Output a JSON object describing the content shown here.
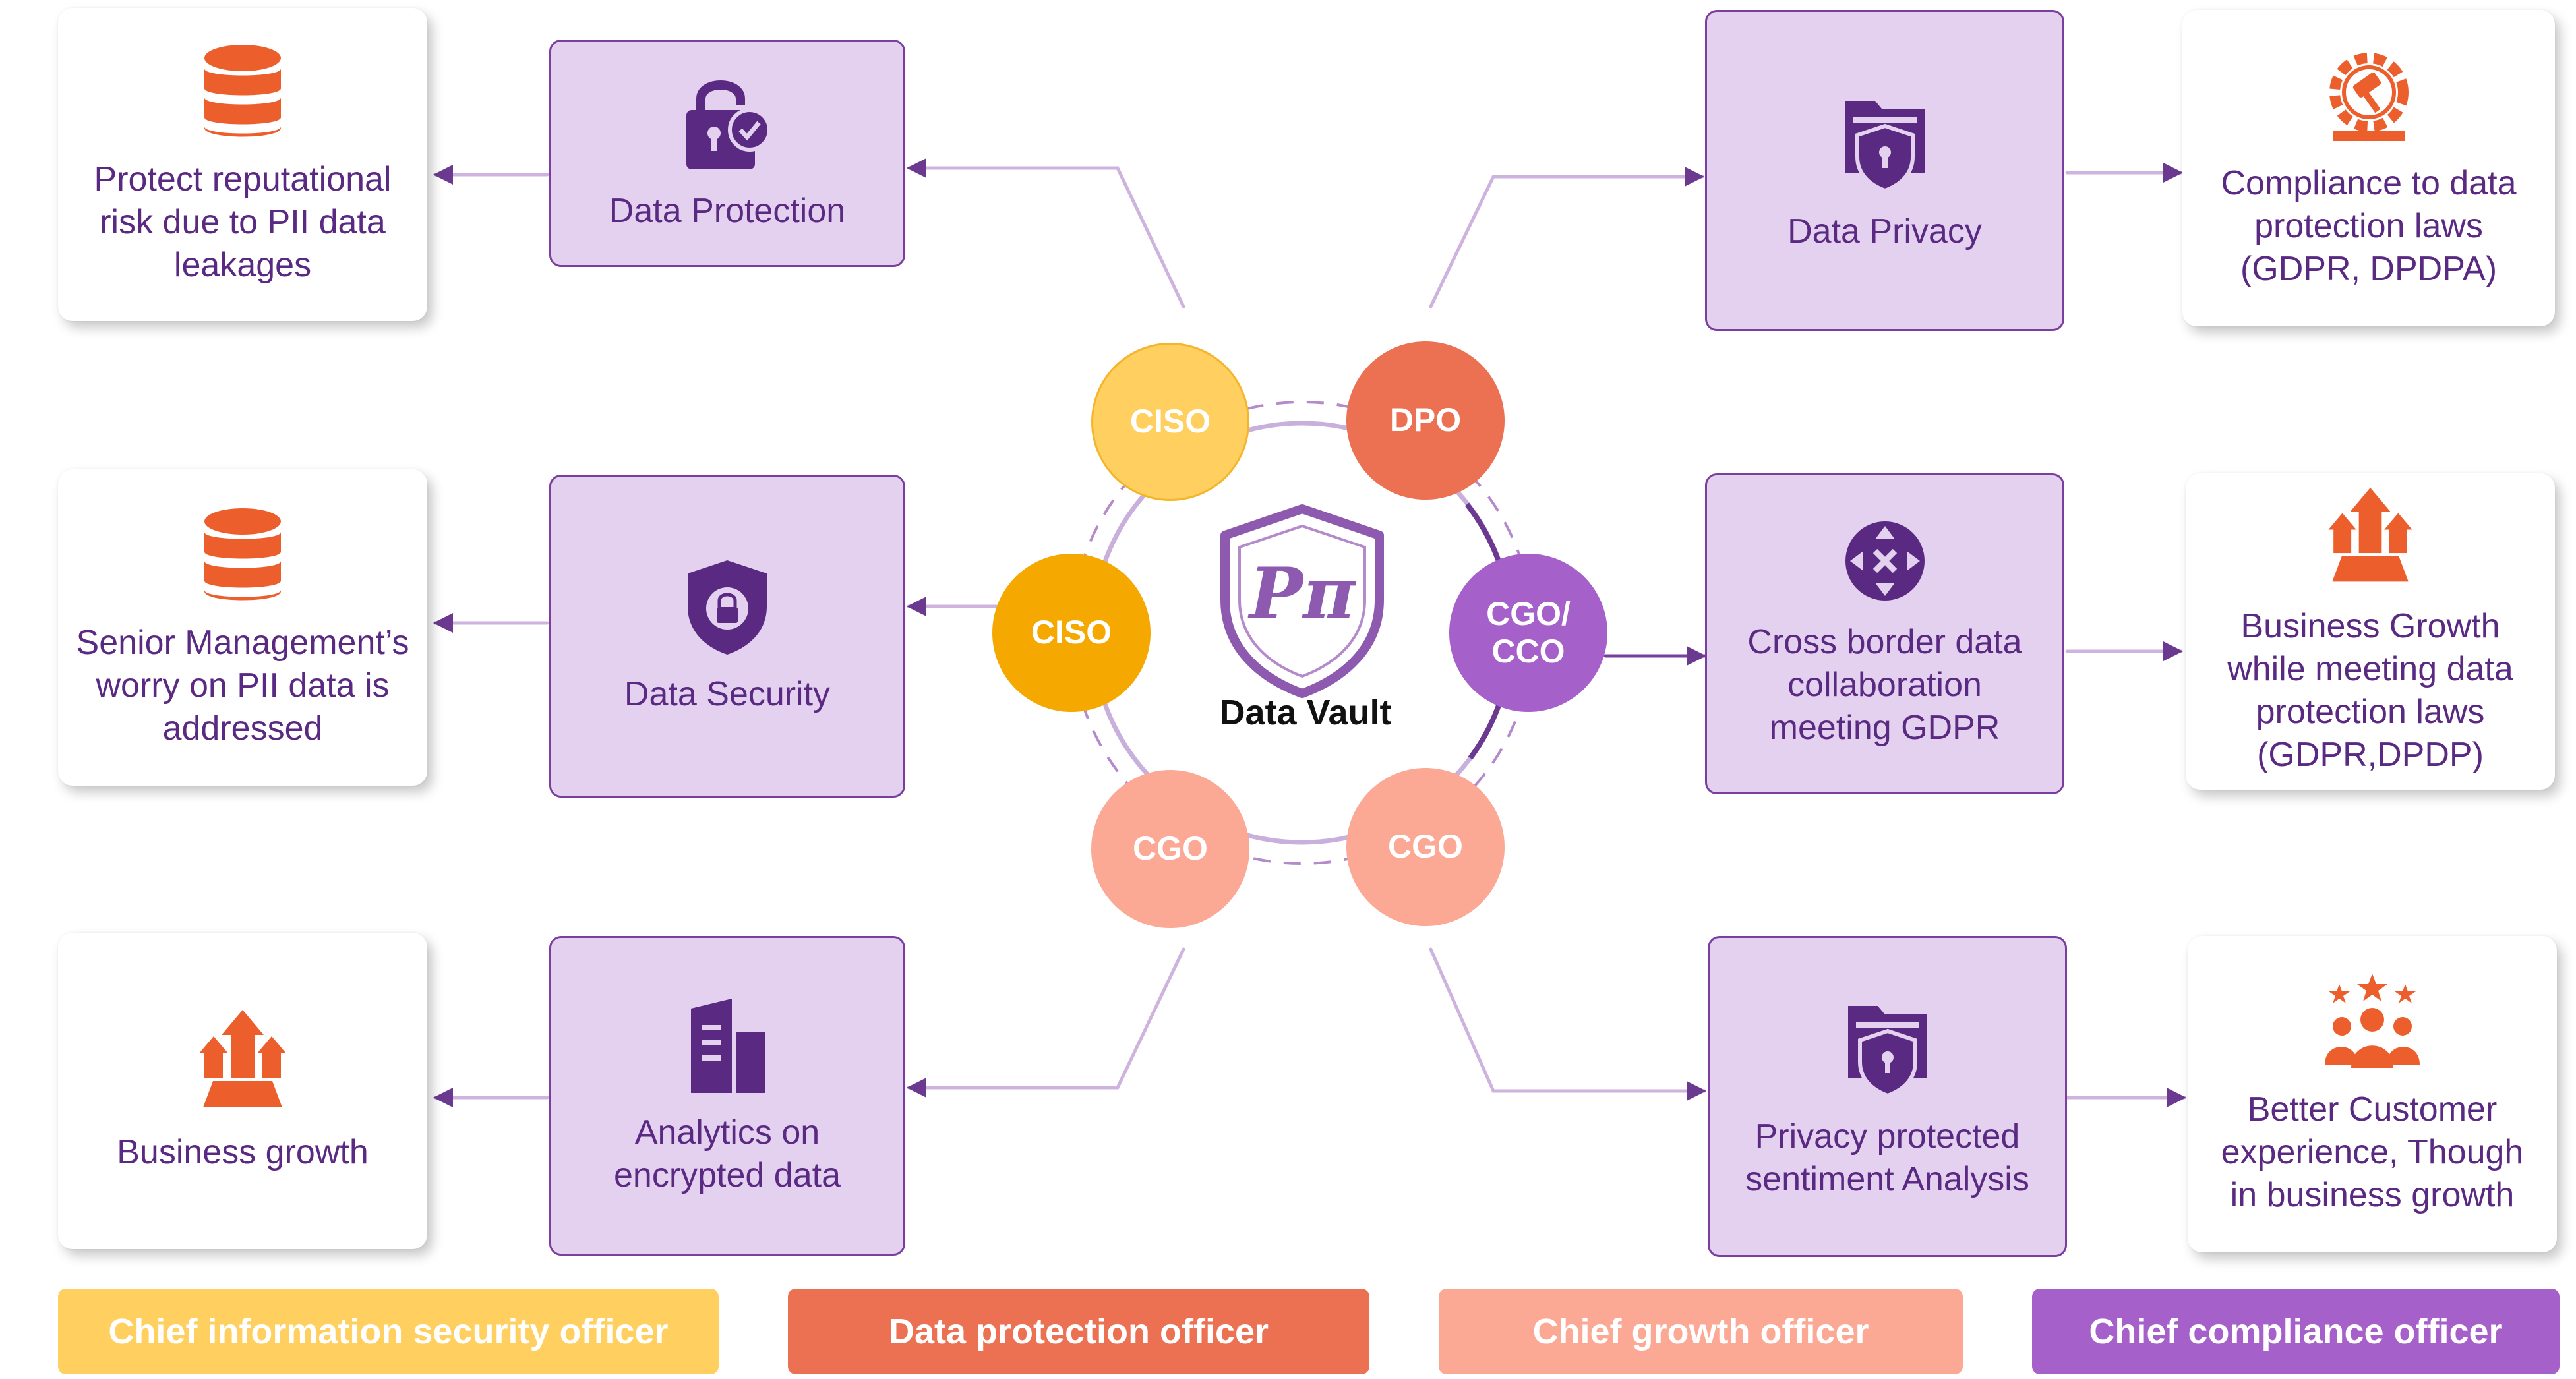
{
  "center": {
    "label": "Data Vault",
    "logo_text": "Pπ"
  },
  "roles": {
    "top_left": "CISO",
    "top_right": "DPO",
    "left": "CISO",
    "right": "CGO/\nCCO",
    "bottom_left": "CGO",
    "bottom_right": "CGO"
  },
  "features": {
    "data_protection": "Data Protection",
    "data_security": "Data Security",
    "analytics": "Analytics on encrypted data",
    "data_privacy": "Data Privacy",
    "cross_border": "Cross border data collaboration meeting GDPR",
    "sentiment": "Privacy protected sentiment Analysis"
  },
  "outcomes": {
    "reputational": "Protect reputational risk due to PII data leakages",
    "senior_mgmt": "Senior Management’s worry on PII data is addressed",
    "business_growth": "Business growth",
    "compliance": "Compliance to data protection laws (GDPR, DPDPA)",
    "business_growth_laws": "Business Growth while meeting data protection laws (GDPR,DPDP)",
    "customer_exp": "Better Customer experience, Though in business growth"
  },
  "legend": {
    "ciso": "Chief information security officer",
    "dpo": "Data protection officer",
    "cgo": "Chief growth officer",
    "cco": "Chief compliance officer"
  },
  "colors": {
    "ciso_light": "#ffcf5f",
    "ciso": "#f5a800",
    "dpo": "#ec7152",
    "cgo": "#fba895",
    "cco": "#a561c9",
    "purple_dark": "#5a2a82",
    "feature_bg": "#e3d1ef",
    "icon_orange": "#ec5f2c"
  },
  "icons": {
    "reputational": "database-icon",
    "senior_mgmt": "database-icon",
    "business_growth": "growth-arrows-icon",
    "data_protection": "padlock-check-icon",
    "data_security": "shield-lock-icon",
    "analytics": "building-icon",
    "data_privacy": "folder-shield-icon",
    "cross_border": "cross-border-icon",
    "sentiment": "folder-shield-icon",
    "compliance": "gavel-gear-icon",
    "business_growth_laws": "growth-arrows-icon",
    "customer_exp": "customer-stars-icon"
  }
}
